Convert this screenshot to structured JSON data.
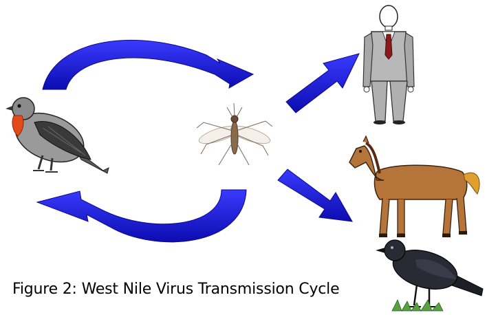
{
  "caption": "Figure 2: West Nile Virus Transmission Cycle",
  "nodes": [
    {
      "id": "bird",
      "icon": "songbird-icon"
    },
    {
      "id": "mosquito",
      "icon": "mosquito-icon"
    },
    {
      "id": "human",
      "icon": "human-figure-icon"
    },
    {
      "id": "horse",
      "icon": "horse-icon"
    },
    {
      "id": "crow",
      "icon": "crow-icon"
    }
  ],
  "edges": [
    {
      "from": "bird",
      "to": "mosquito"
    },
    {
      "from": "mosquito",
      "to": "bird"
    },
    {
      "from": "mosquito",
      "to": "human"
    },
    {
      "from": "mosquito",
      "to": "horse"
    }
  ],
  "colors": {
    "arrow": "#1a1ae6",
    "arrow_shade": "#0a0a9a",
    "horse": "#b5743a",
    "horse_mane": "#e0a030",
    "human_suit": "#b8b8b8",
    "human_tie": "#8a1a1a",
    "bird_breast": "#e24a1a",
    "crow": "#2a2a34"
  }
}
